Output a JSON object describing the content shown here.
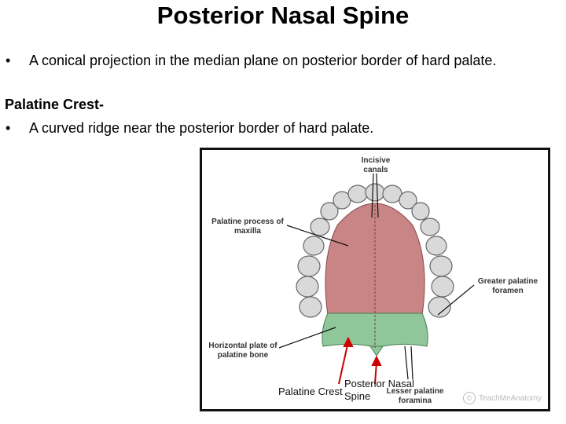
{
  "title": "Posterior Nasal Spine",
  "bullets_top": [
    "A conical projection in the median plane on posterior border of hard palate."
  ],
  "subheading": "Palatine Crest-",
  "bullets_bottom": [
    "A curved ridge near the posterior border of hard palate."
  ],
  "bullet_glyph": "•",
  "figure": {
    "labels": {
      "incisive_canals": "Incisive canals",
      "palatine_process": "Palatine process of maxilla",
      "greater_palatine": "Greater palatine foramen",
      "horizontal_plate": "Horizontal plate of palatine bone",
      "lesser_palatine": "Lesser palatine foramina"
    },
    "watermark": "TeachMeAnatomy",
    "watermark_icon": "copyright-icon"
  },
  "overlay_labels": {
    "palatine_crest": "Palatine Crest",
    "posterior_nasal": "Posterior Nasal",
    "spine": "Spine"
  },
  "colors": {
    "maxilla": "#c98585",
    "palatine": "#8fc79a",
    "arrow": "#cc0000",
    "teeth": "#d8d8d8"
  }
}
